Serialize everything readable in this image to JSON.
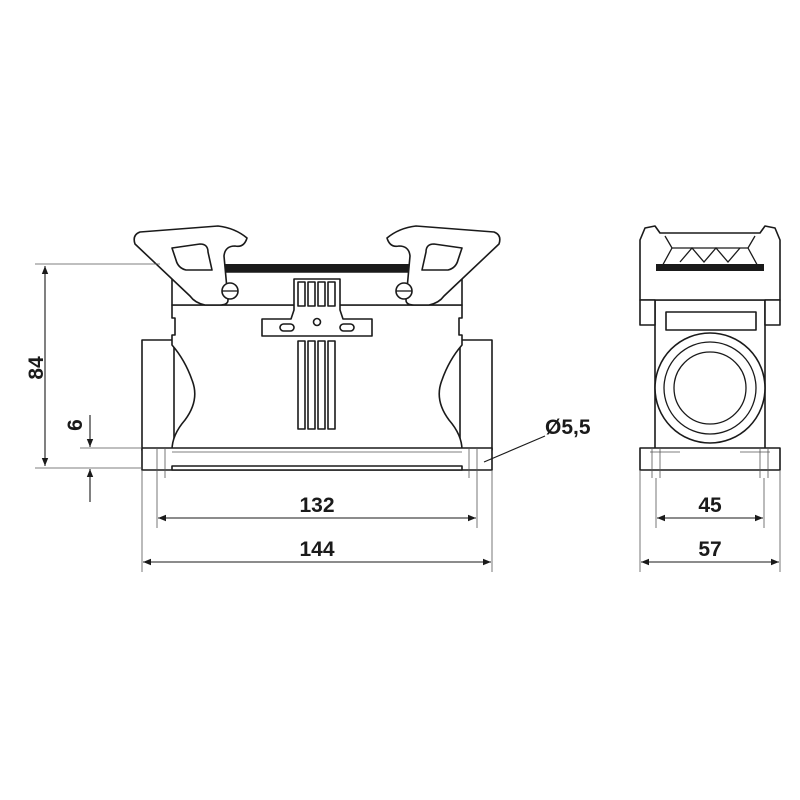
{
  "drawing": {
    "dimensions": {
      "height_total": "84",
      "flange_height": "6",
      "hole_diameter": "Ø5,5",
      "hole_spacing_front": "132",
      "width_front": "144",
      "hole_spacing_side": "45",
      "width_side": "57"
    }
  }
}
